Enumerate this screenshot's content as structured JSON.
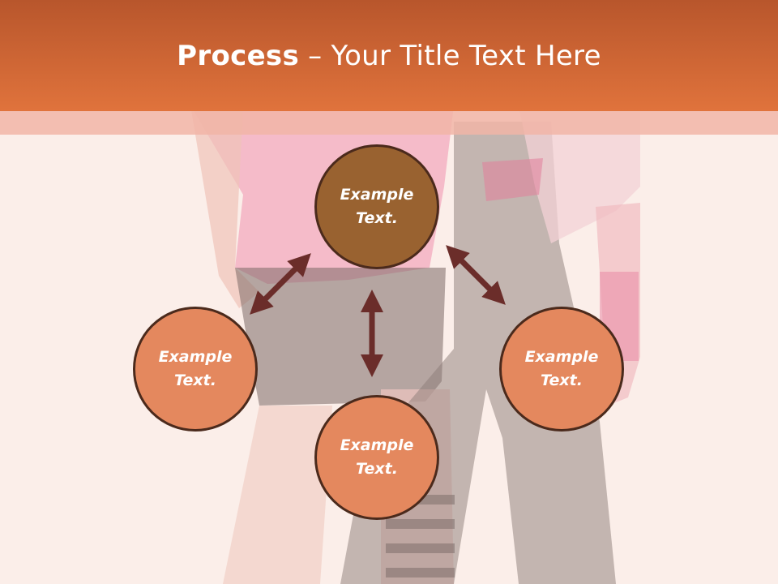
{
  "slide": {
    "title_bold": "Process",
    "title_rest": " – Your Title Text Here"
  },
  "nodes": {
    "top": [
      "Example",
      "Text."
    ],
    "left": [
      "Example",
      "Text."
    ],
    "bottom": [
      "Example",
      "Text."
    ],
    "right": [
      "Example",
      "Text."
    ]
  },
  "colors": {
    "title_bar": "#e0733c",
    "top_node": "#996230",
    "side_node": "#e4885e",
    "arrow": "#6b2d2a",
    "node_border": "#4b2a1c"
  }
}
